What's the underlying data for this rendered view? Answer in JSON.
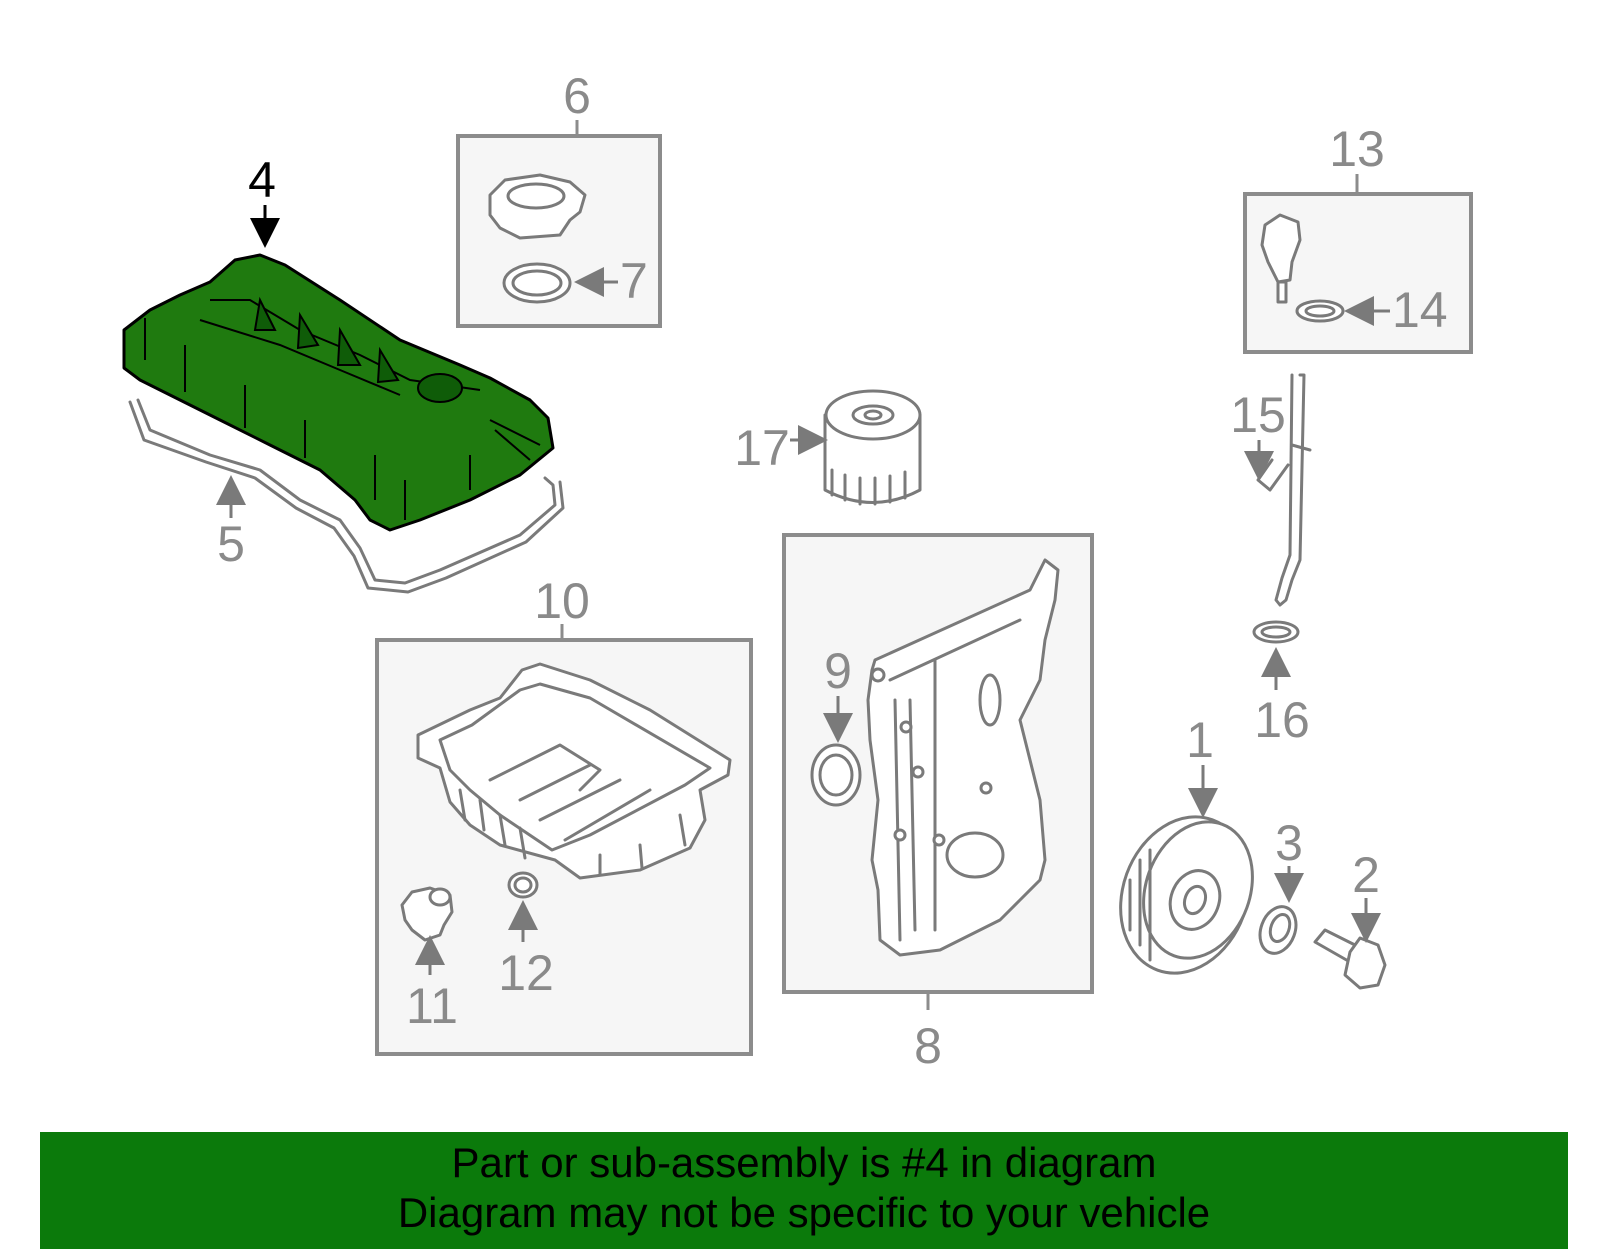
{
  "diagram": {
    "highlight_color": "#1f7a0f",
    "callouts": {
      "c1": "1",
      "c2": "2",
      "c3": "3",
      "c4": "4",
      "c5": "5",
      "c6": "6",
      "c7": "7",
      "c8": "8",
      "c9": "9",
      "c10": "10",
      "c11": "11",
      "c12": "12",
      "c13": "13",
      "c14": "14",
      "c15": "15",
      "c16": "16",
      "c17": "17"
    },
    "highlighted_part": "4"
  },
  "banner": {
    "line1": "Part or sub-assembly is #4 in diagram",
    "line2": "Diagram may not be specific to your vehicle",
    "background": "#0b7a0b"
  }
}
